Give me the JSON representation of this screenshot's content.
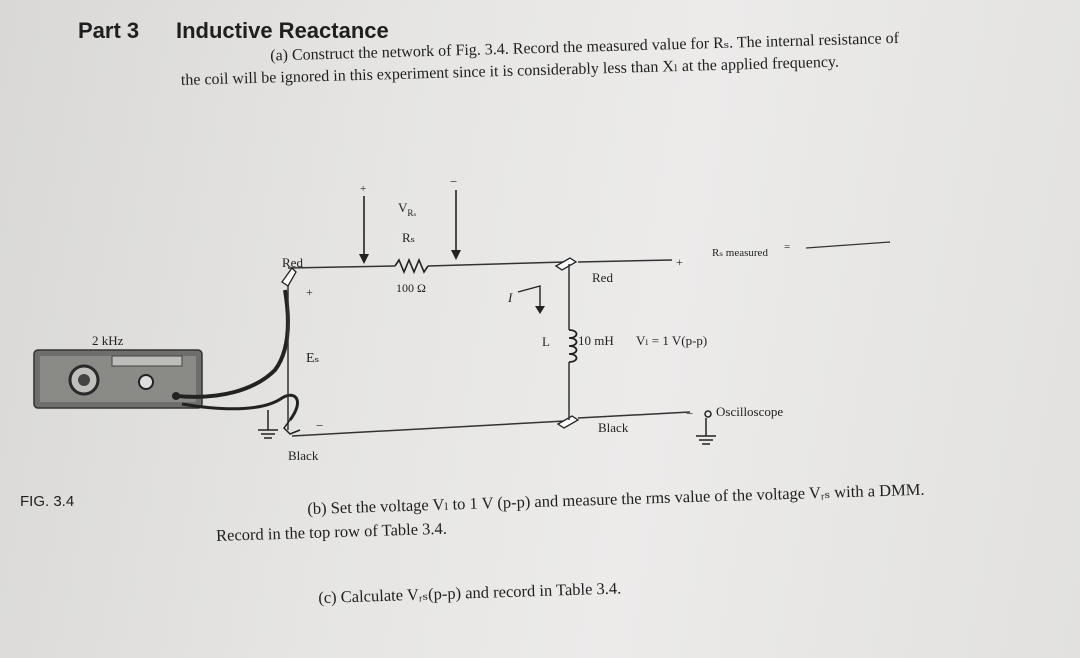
{
  "header": {
    "part": "Part 3",
    "title": "Inductive Reactance"
  },
  "paragraph_a": "(a) Construct the network of Fig. 3.4. Record the measured value for Rₛ. The internal resistance of the coil will be ignored in this experiment since it is considerably less than Xₗ at the applied frequency.",
  "figure": {
    "label": "FIG. 3.4",
    "generator_freq": "2 kHz",
    "source_label": "Eₛ",
    "red_left": "Red",
    "black_left": "Black",
    "red_right": "Red",
    "black_right": "Black",
    "vr_label": "V",
    "vr_sub": "Rₛ",
    "resistor_label": "Rₛ",
    "resistor_value": "100 Ω",
    "current_label": "I",
    "inductor_label": "L",
    "inductor_value": "10 mH",
    "vl_label": "Vₗ = 1 V(p-p)",
    "rs_measured_label": "Rₛ measured",
    "equals": "=",
    "oscilloscope_label": "Oscilloscope",
    "plus": "+",
    "minus": "−"
  },
  "paragraph_b": "(b) Set the voltage Vₗ to 1 V (p-p) and measure the rms value of the voltage Vᵣₛ with a DMM. Record in the top row of Table 3.4.",
  "paragraph_c": "(c) Calculate Vᵣₛ(p-p) and record in Table 3.4."
}
